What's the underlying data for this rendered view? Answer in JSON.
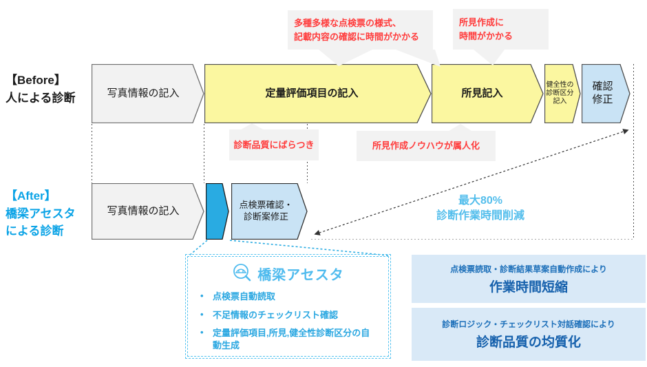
{
  "colors": {
    "step_yellow": "#FBF7A0",
    "step_gray": "#F2F2F2",
    "step_light_blue": "#C9E3F5",
    "step_bright_blue": "#29ABE2",
    "callout_bg": "#F2F2F2",
    "callout_text": "#FF3B3B",
    "after_heading_blue": "#0AA3E6",
    "savings_blue": "#54BEEC",
    "benefit_bg": "#D9E9F7",
    "benefit_text": "#1560AC",
    "assista_blue": "#2AA7E1"
  },
  "before": {
    "heading_line1": "【Before】",
    "heading_line2": "人による診断",
    "step_photo": "写真情報の記入",
    "step_quant": "定量評価項目の記入",
    "step_findings": "所見記入",
    "step_health_line1": "健全性の",
    "step_health_line2": "診断区分",
    "step_health_line3": "記入",
    "step_confirm_line1": "確認",
    "step_confirm_line2": "修正"
  },
  "after": {
    "heading_line1": "【After】",
    "heading_line2": "橋梁アセスタ",
    "heading_line3": "による診断",
    "step_photo": "写真情報の記入",
    "step_confirm_line1": "点検票確認・",
    "step_confirm_line2": "診断案修正"
  },
  "callouts": {
    "top_left_line1": "多種多様な点検票の様式、",
    "top_left_line2": "記載内容の確認に時間がかかる",
    "top_right_line1": "所見作成に",
    "top_right_line2": "時間がかかる",
    "mid_left": "診断品質にばらつき",
    "mid_right": "所見作成ノウハウが属人化"
  },
  "savings": {
    "line1": "最大80%",
    "line2": "診断作業時間削減"
  },
  "assista": {
    "logo_text": "橋梁アセスタ",
    "logo_icon": "bridge-magnifier-icon",
    "bullets": [
      "点検票自動読取",
      "不足情報のチェックリスト確認",
      "定量評価項目,所見,健全性診断区分の自動生成"
    ]
  },
  "benefits": [
    {
      "subtitle": "点検票読取・診断結果草案自動作成により",
      "title": "作業時間短縮"
    },
    {
      "subtitle": "診断ロジック・チェックリスト対話確認により",
      "title": "診断品質の均質化"
    }
  ]
}
